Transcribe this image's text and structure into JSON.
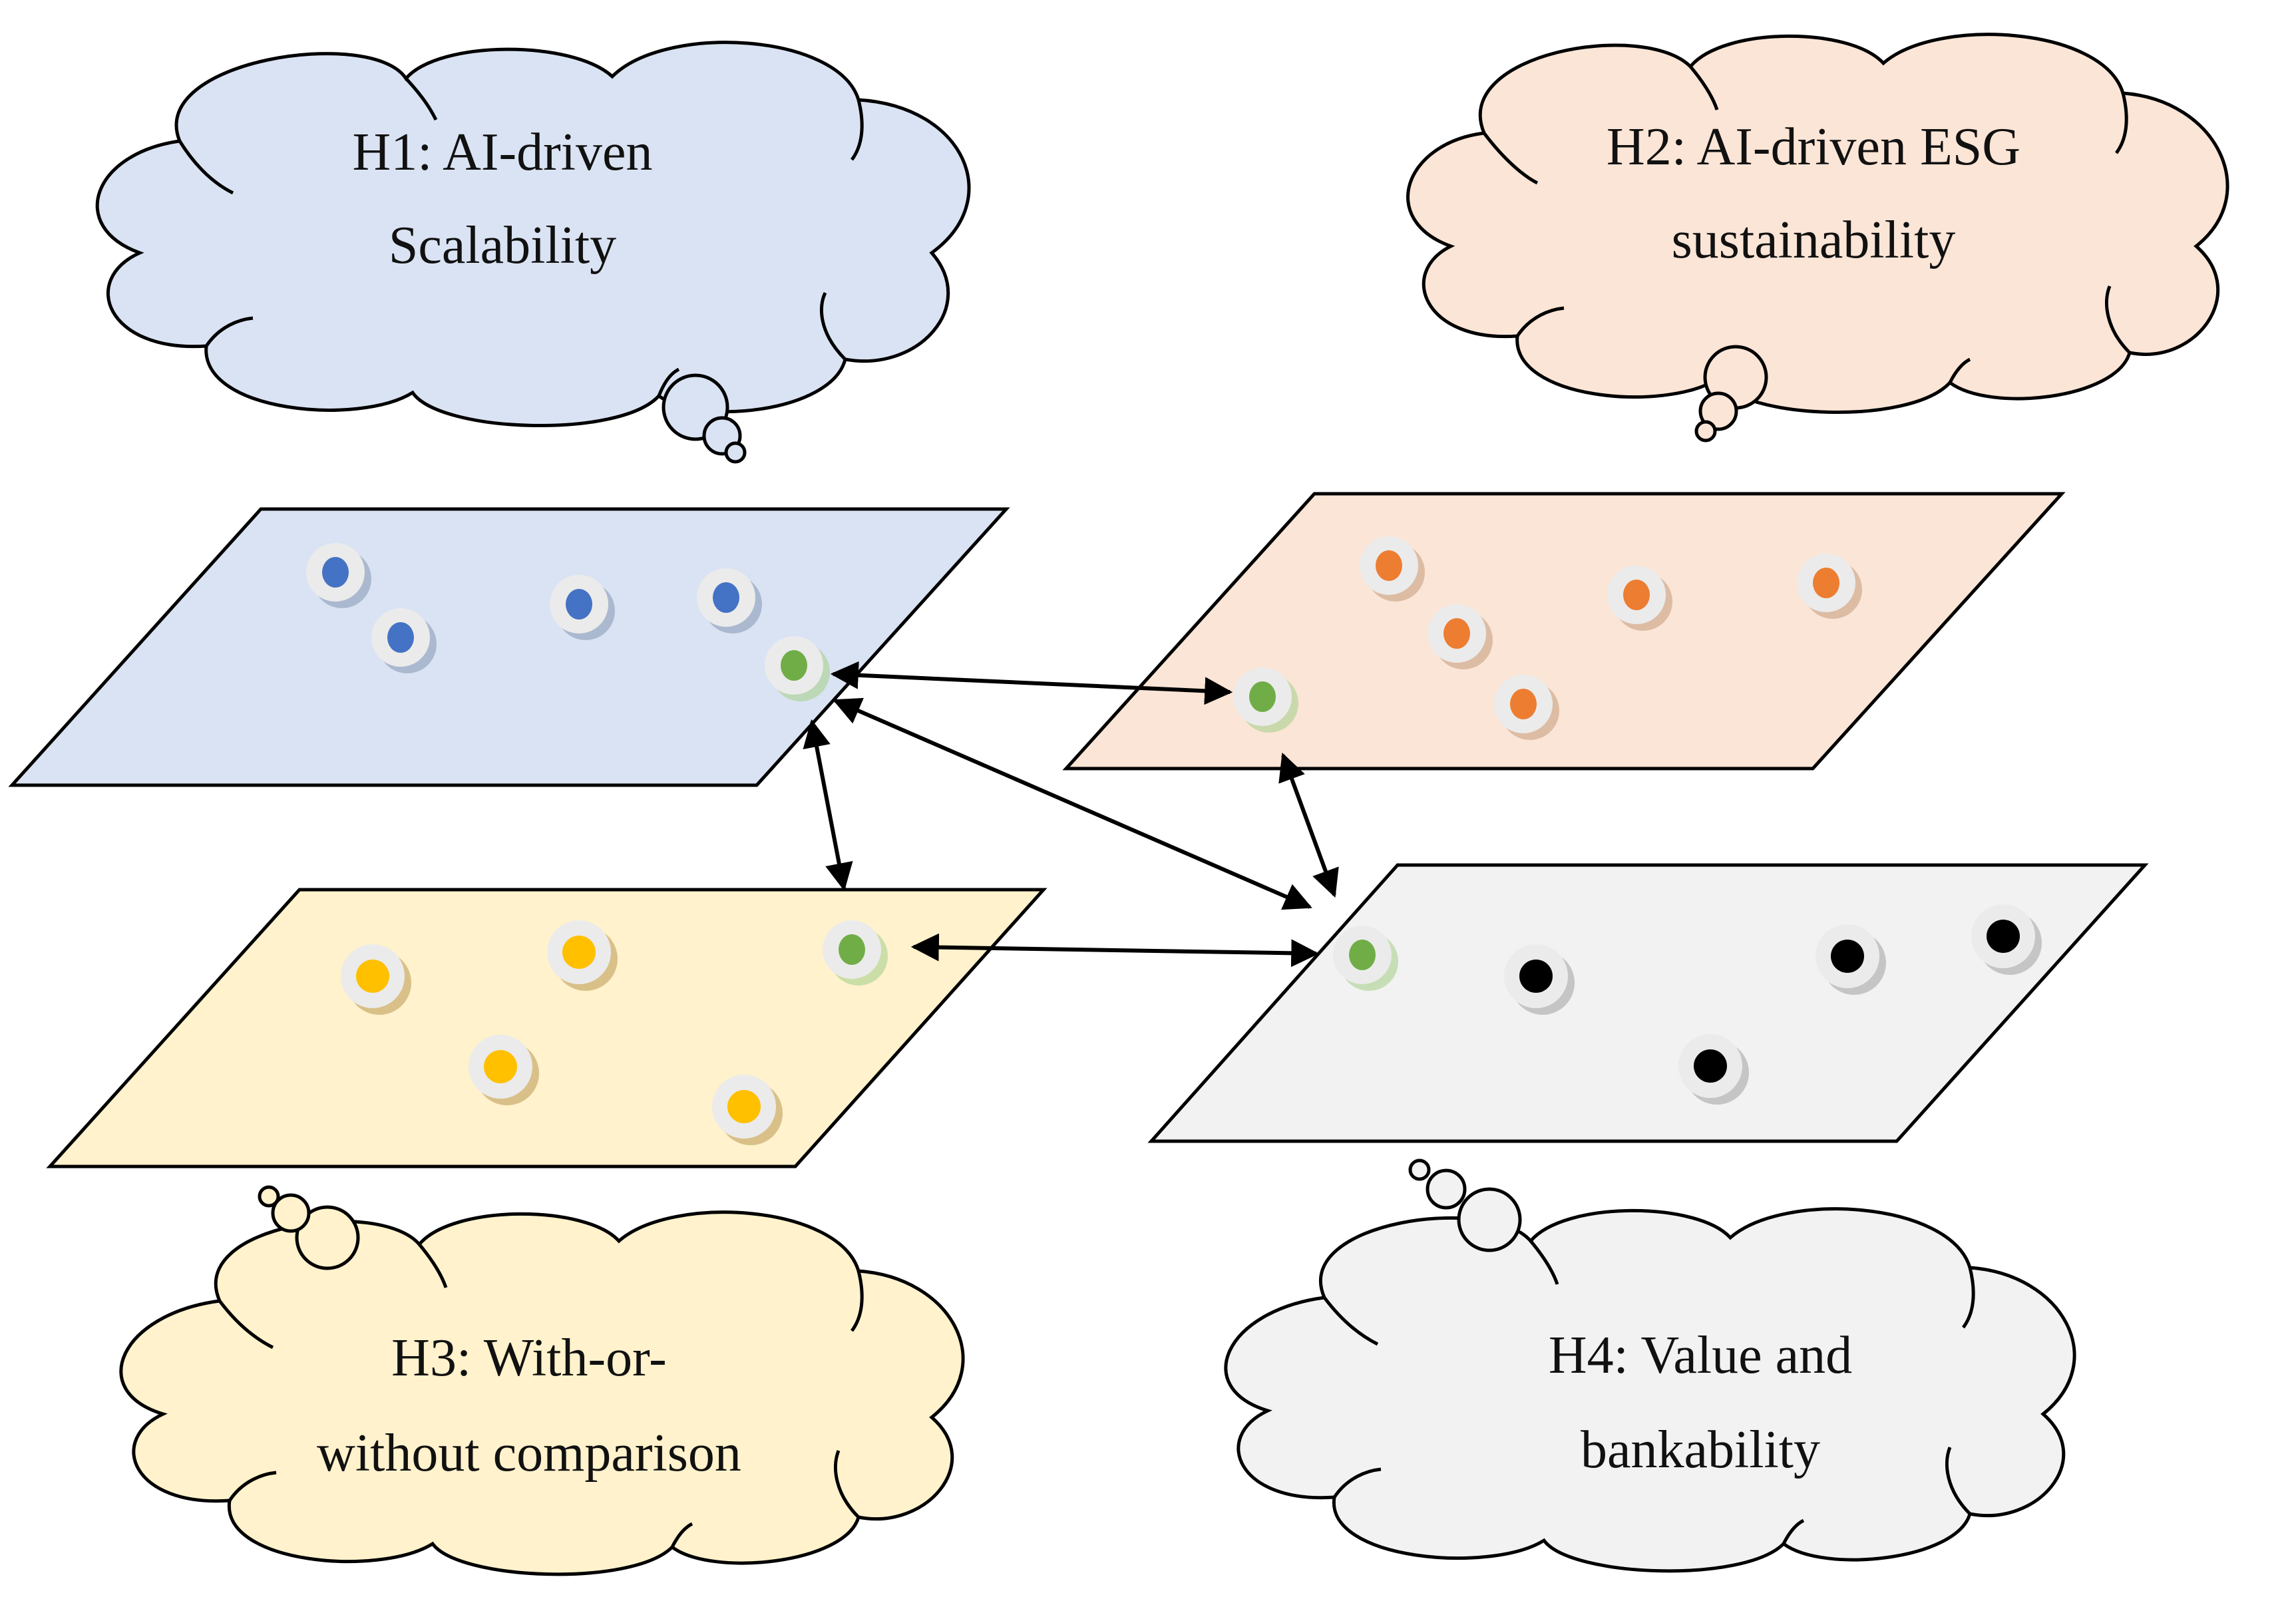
{
  "colors": {
    "h1_fill": "#dae3f3",
    "h2_fill": "#fbe5d6",
    "h3_fill": "#fff2cc",
    "h4_fill": "#f2f2f2",
    "h1_dot": "#4472c4",
    "h2_dot": "#ed7d31",
    "h3_dot": "#ffc000",
    "h4_dot": "#000000",
    "link_dot": "#70ad47",
    "stroke": "#000000"
  },
  "clouds": {
    "h1": {
      "line1": "H1: AI-driven",
      "line2": "Scalability"
    },
    "h2": {
      "line1": "H2: AI-driven ESG",
      "line2": "sustainability"
    },
    "h3": {
      "line1": "H3: With-or-",
      "line2": "without comparison"
    },
    "h4": {
      "line1": "H4: Value and",
      "line2": "bankability"
    }
  },
  "planes": {
    "h1": {
      "dots": 4,
      "link_dots": 1
    },
    "h2": {
      "dots": 5,
      "link_dots": 1
    },
    "h3": {
      "dots": 4,
      "link_dots": 1
    },
    "h4": {
      "dots": 4,
      "link_dots": 1
    }
  },
  "connections": [
    {
      "from": "h1",
      "to": "h2"
    },
    {
      "from": "h1",
      "to": "h3"
    },
    {
      "from": "h1",
      "to": "h4"
    },
    {
      "from": "h2",
      "to": "h4"
    },
    {
      "from": "h3",
      "to": "h4"
    }
  ]
}
